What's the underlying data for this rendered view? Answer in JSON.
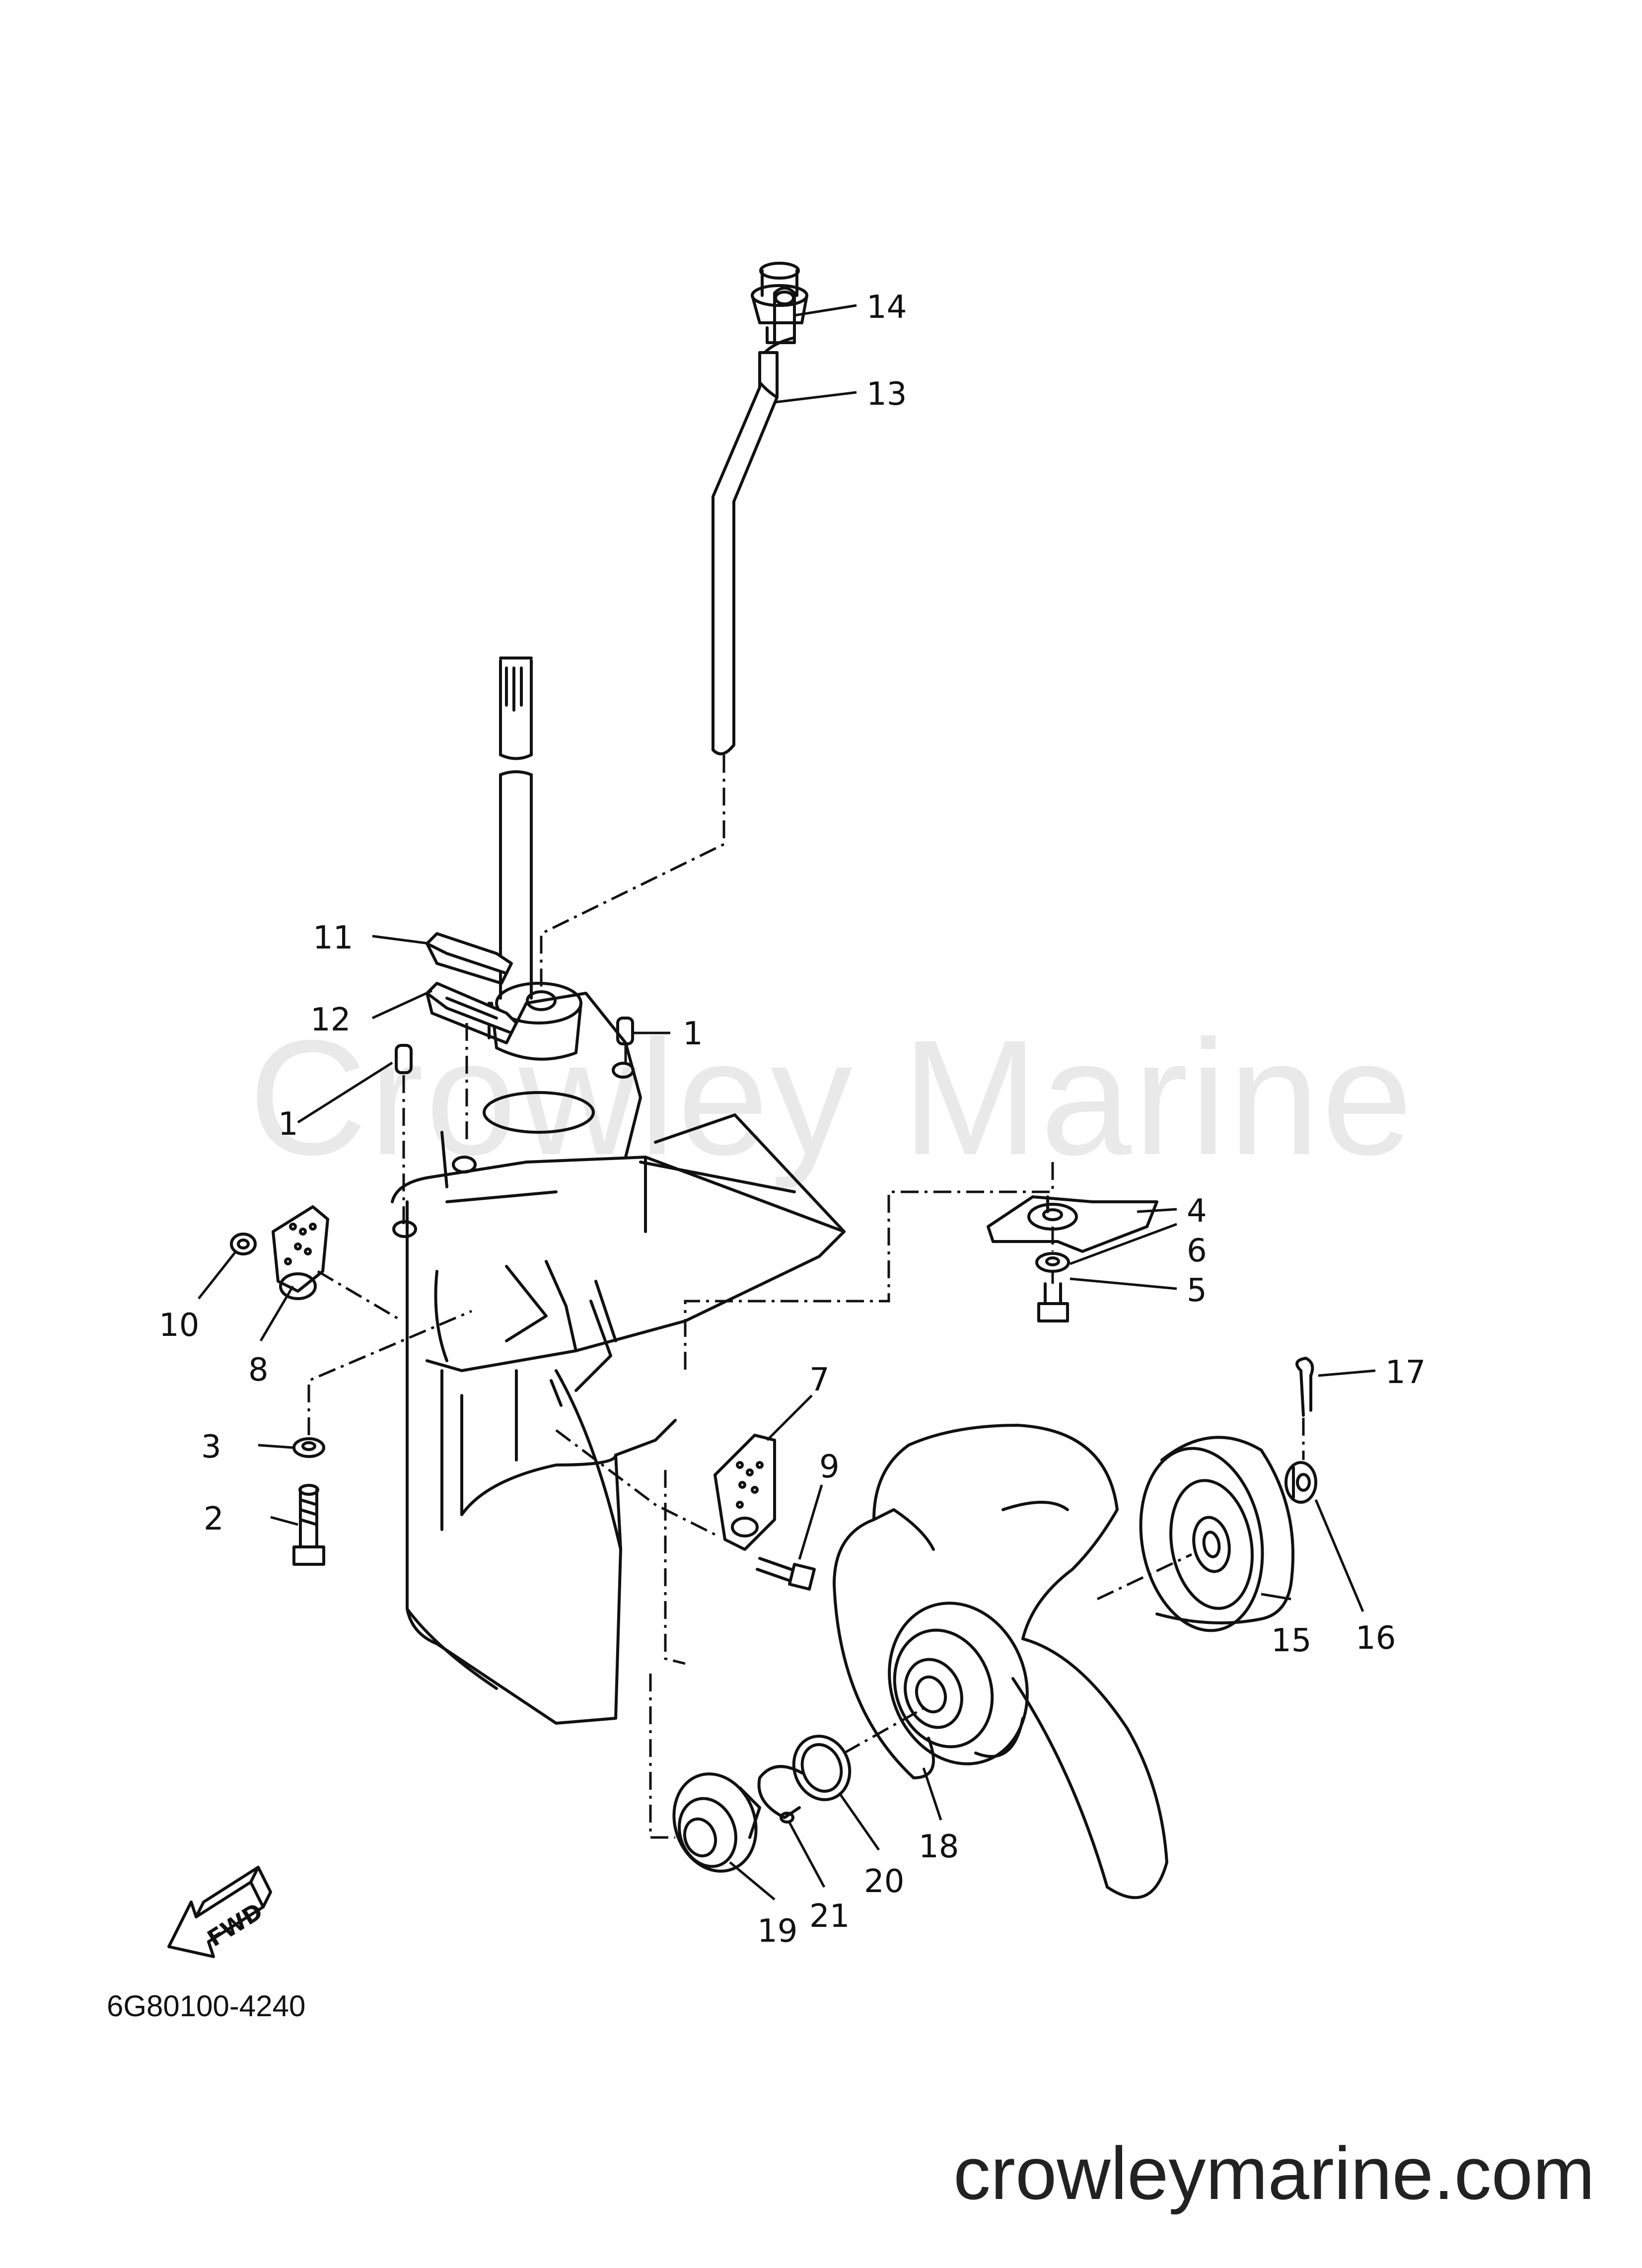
{
  "watermark": "Crowley Marine",
  "diagram_code": "6G80100-4240",
  "site_url": "crowleymarine.com",
  "fwd_label": "FWD",
  "callouts": [
    "1",
    "1",
    "2",
    "3",
    "4",
    "5",
    "6",
    "7",
    "8",
    "9",
    "10",
    "11",
    "12",
    "13",
    "14",
    "15",
    "16",
    "17",
    "18",
    "19",
    "20",
    "21"
  ]
}
